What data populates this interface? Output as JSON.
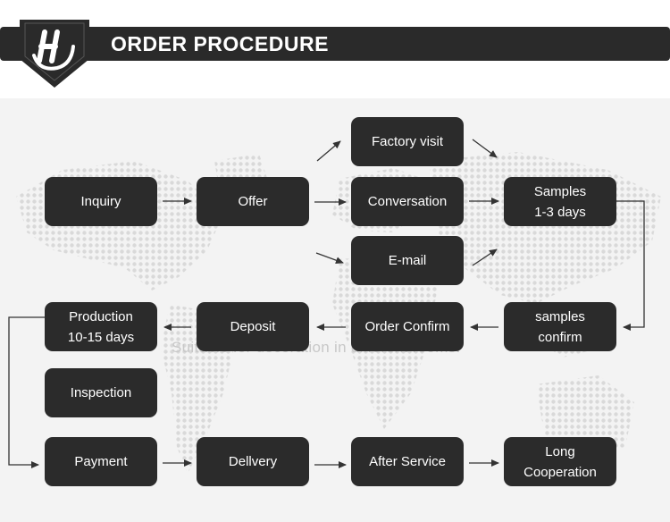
{
  "header": {
    "title": "ORDER PROCEDURE",
    "accent_color": "#2a2a2a"
  },
  "watermark": "Suitable for decoration in different rooms.",
  "nodes": {
    "inquiry": "Inquiry",
    "offer": "Offer",
    "factory_visit": "Factory visit",
    "conversation": "Conversation",
    "email": "E-mail",
    "samples": "Samples\n1-3 days",
    "samples_confirm": "samples\nconfirm",
    "order_confirm": "Order Confirm",
    "deposit": "Deposit",
    "production": "Production\n10-15 days",
    "inspection": "Inspection",
    "payment": "Payment",
    "delivery": "Dellvery",
    "after_service": "After Service",
    "long_cooperation": "Long\nCooperation"
  },
  "colors": {
    "node_fill": "#2b2b2b",
    "node_text": "#ffffff",
    "background": "#f3f3f3",
    "arrow": "#333333"
  }
}
